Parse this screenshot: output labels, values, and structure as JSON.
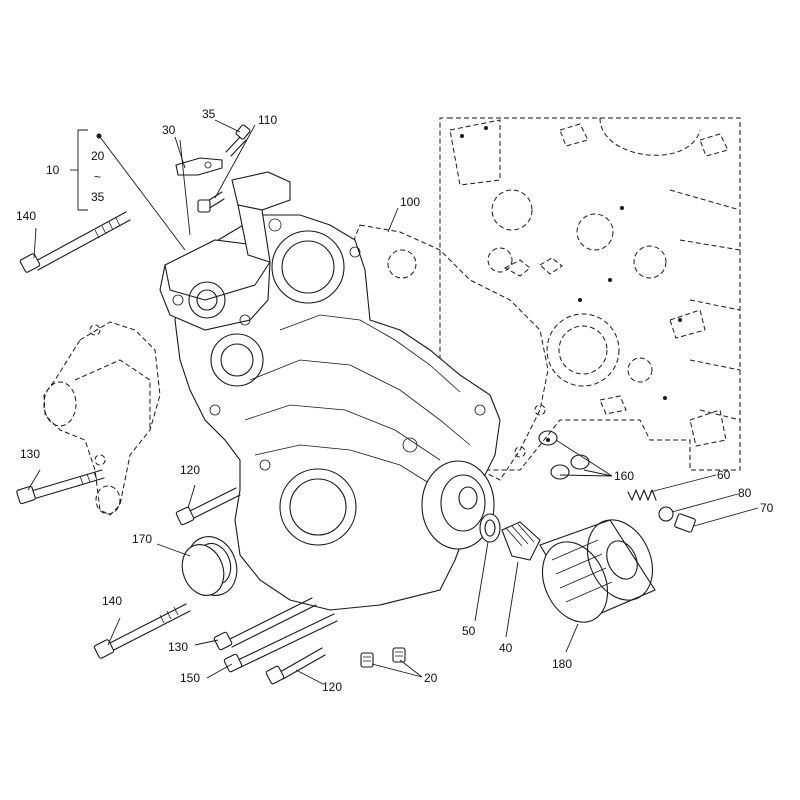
{
  "callouts": {
    "c10": "10",
    "c20_range": "20",
    "c35_range": "35",
    "tilde": "~",
    "c30": "30",
    "c35": "35",
    "c110": "110",
    "c100": "100",
    "c140_top": "140",
    "c130_left": "130",
    "c120_mid": "120",
    "c170": "170",
    "c140_bottom": "140",
    "c130_bottom": "130",
    "c150": "150",
    "c120_bottom": "120",
    "c20_bottom": "20",
    "c50": "50",
    "c40": "40",
    "c180": "180",
    "c160": "160",
    "c60": "60",
    "c80": "80",
    "c70": "70"
  }
}
